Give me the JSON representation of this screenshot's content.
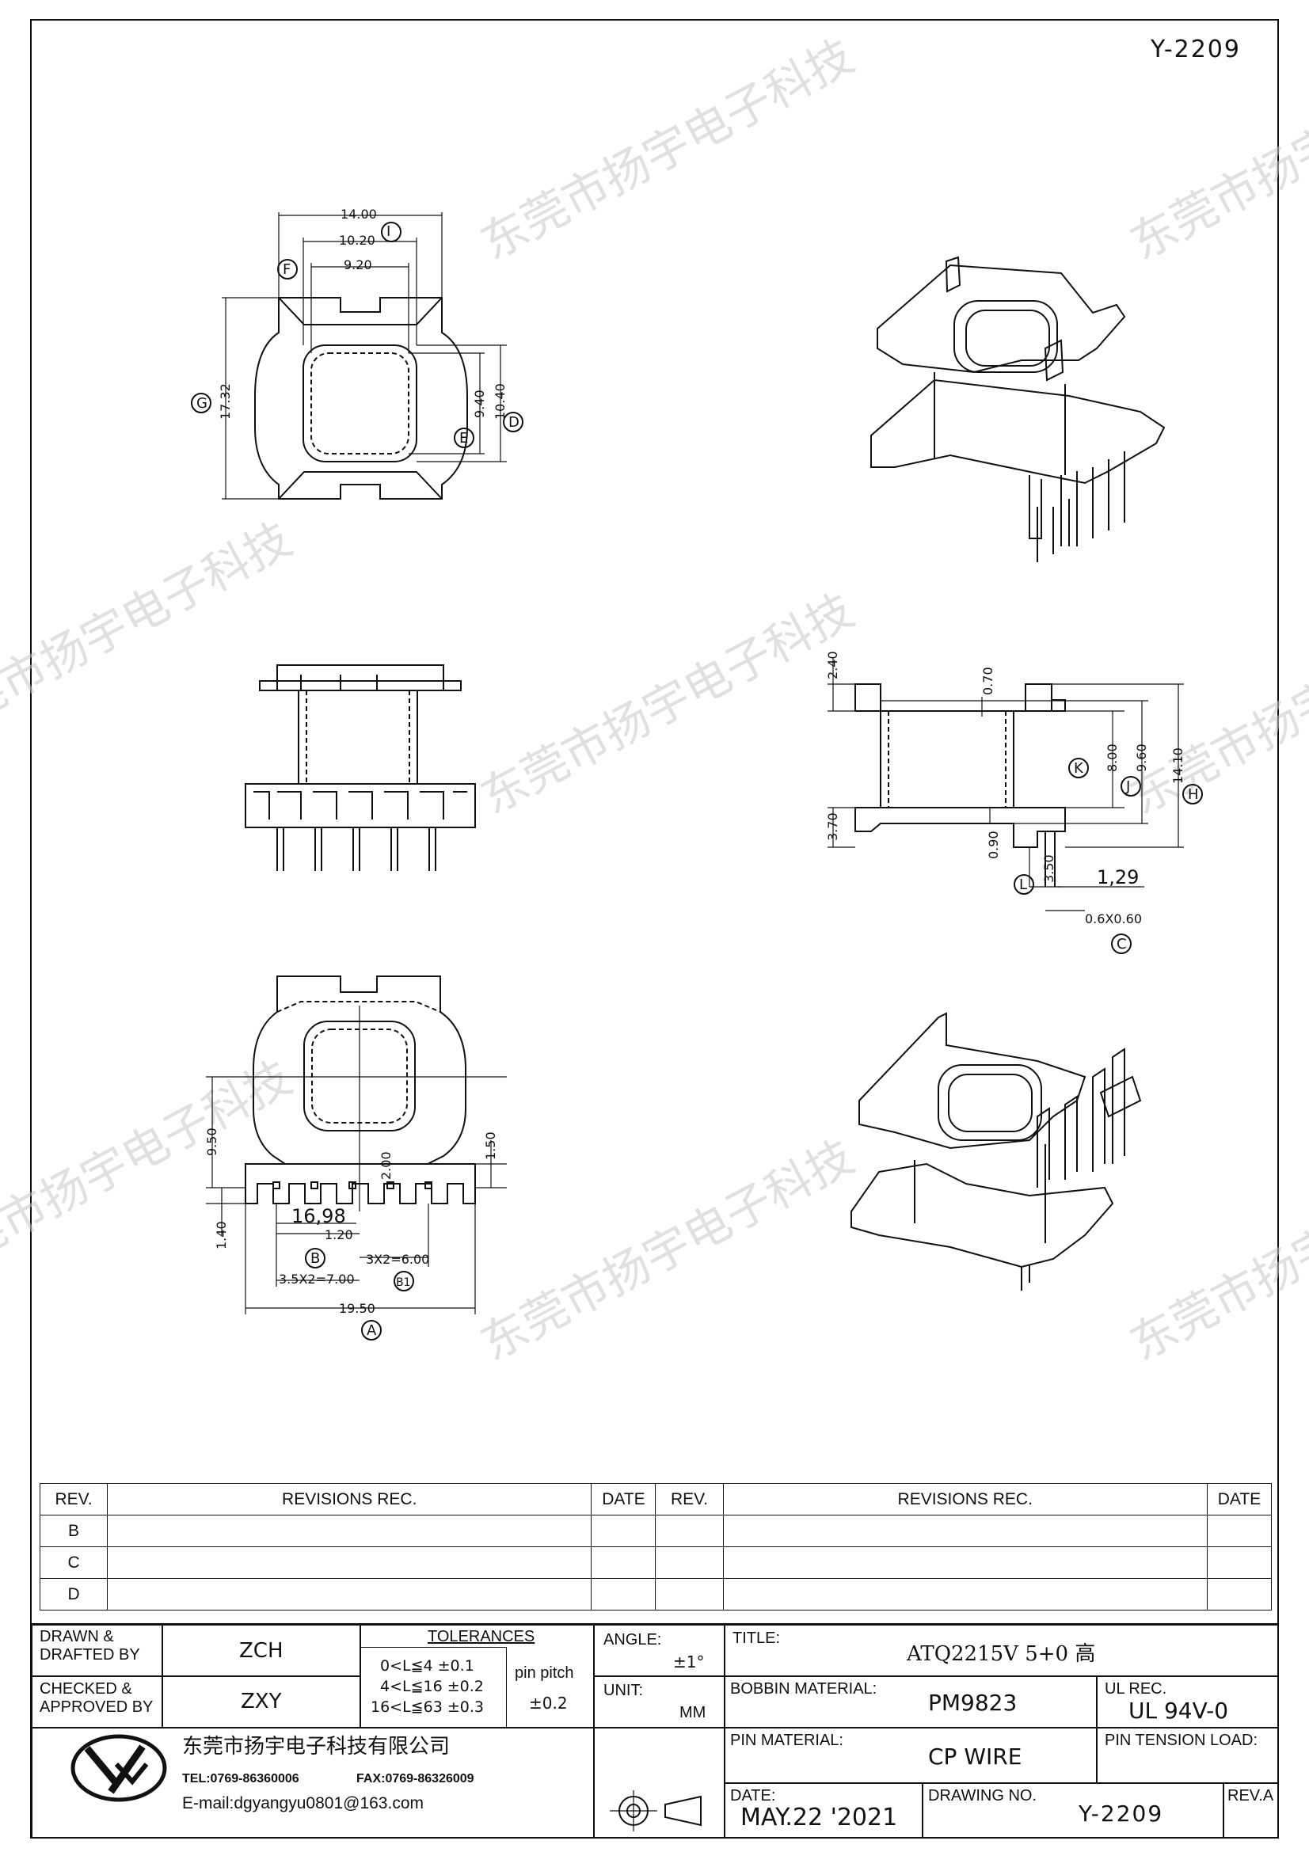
{
  "header": {
    "drawing_code": "Y-2209"
  },
  "watermark": "东莞市扬宇电子科技",
  "dimensions": {
    "top_view": {
      "w14": "14.00",
      "w1020": "10.20",
      "w920": "9.20",
      "h1732": "17.32",
      "h940": "9.40",
      "h1040": "10.40",
      "tag_I": "I",
      "tag_F": "F",
      "tag_G": "G",
      "tag_E": "E",
      "tag_D": "D"
    },
    "side_view": {
      "d240": "2.40",
      "d070": "0.70",
      "d800": "8.00",
      "d960": "9.60",
      "d1410": "14.10",
      "d370": "3.70",
      "d090": "0.90",
      "d350": "3.50",
      "d129": "1,29",
      "d06": "0.6X0.60",
      "tag_K": "K",
      "tag_J": "J",
      "tag_H": "H",
      "tag_L": "L",
      "tag_C": "C"
    },
    "bottom_view": {
      "d950": "9.50",
      "d200": "2.00",
      "d150": "1.50",
      "d140": "1.40",
      "d1698": "16,98",
      "d120": "1.20",
      "d3x2": "3X2=6.00",
      "d35x2": "3.5X2=7.00",
      "d1950": "19.50",
      "tag_B": "B",
      "tag_B1": "B1",
      "tag_A": "A"
    }
  },
  "revisions": {
    "headers": {
      "rev": "REV.",
      "rec": "REVISIONS    REC.",
      "date": "DATE"
    },
    "rows": [
      "B",
      "C",
      "D"
    ]
  },
  "title_block": {
    "drawn_label": "DRAWN &\nDRAFTED BY",
    "drawn_value": "ZCH",
    "checked_label": "CHECKED &\nAPPROVED BY",
    "checked_value": "ZXY",
    "tolerances_label": "TOLERANCES",
    "tol1": "0<L≦4    ±0.1",
    "tol2": "4<L≦16  ±0.2",
    "tol3": "16<L≦63  ±0.3",
    "pin_pitch_label": "pin  pitch",
    "pin_pitch_value": "±0.2",
    "angle_label": "ANGLE:",
    "angle_value": "±1°",
    "unit_label": "UNIT:",
    "unit_value": "MM",
    "title_label": "TITLE:",
    "title_value": "ATQ2215V  5+0  高",
    "bobbin_label": "BOBBIN  MATERIAL:",
    "bobbin_value": "PM9823",
    "ul_label": "UL  REC.",
    "ul_value": "UL  94V-0",
    "pin_material_label": "PIN  MATERIAL:",
    "pin_material_value": "CP  WIRE",
    "pin_tension_label": "PIN  TENSION  LOAD:",
    "date_label": "DATE:",
    "date_value": "MAY.22  '2021",
    "drawing_no_label": "DRAWING  NO.",
    "drawing_no_value": "Y-2209",
    "rev_label": "REV.A",
    "company_name": "东莞市扬宇电子科技有限公司",
    "tel": "TEL:0769-86360006",
    "fax": "FAX:0769-86326009",
    "email": "E-mail:dgyangyu0801@163.com",
    "logo_letters": "Yy"
  }
}
